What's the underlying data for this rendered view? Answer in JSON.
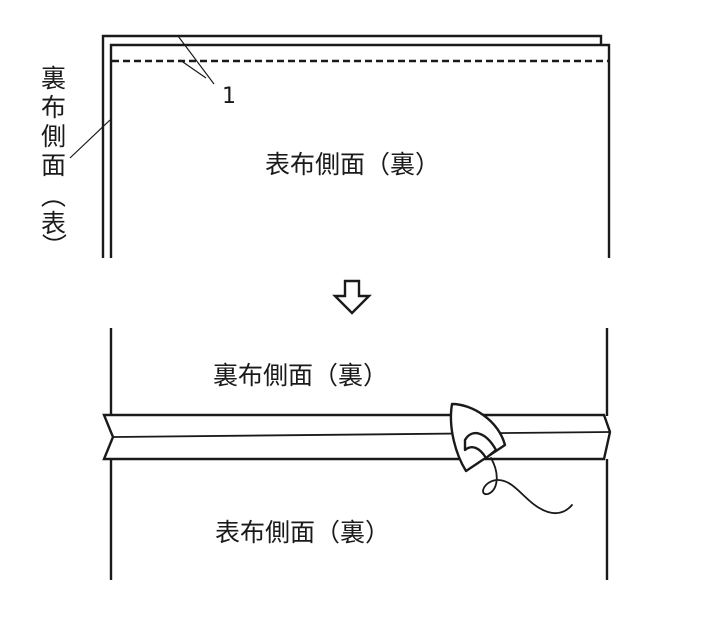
{
  "top_panel": {
    "label": "表布側面（裏）",
    "callout_number": "1"
  },
  "side_label": {
    "chars": [
      "裏",
      "布",
      "側",
      "面",
      "（",
      "表",
      "）"
    ]
  },
  "arrow": {
    "symbol": "⇩"
  },
  "bottom_panel": {
    "upper_label": "裏布側面（裏）",
    "lower_label": "表布側面（裏）"
  },
  "icons": {
    "iron": "iron-icon",
    "arrow": "down-arrow-icon"
  },
  "colors": {
    "line": "#1a1a1a",
    "background": "#ffffff"
  }
}
